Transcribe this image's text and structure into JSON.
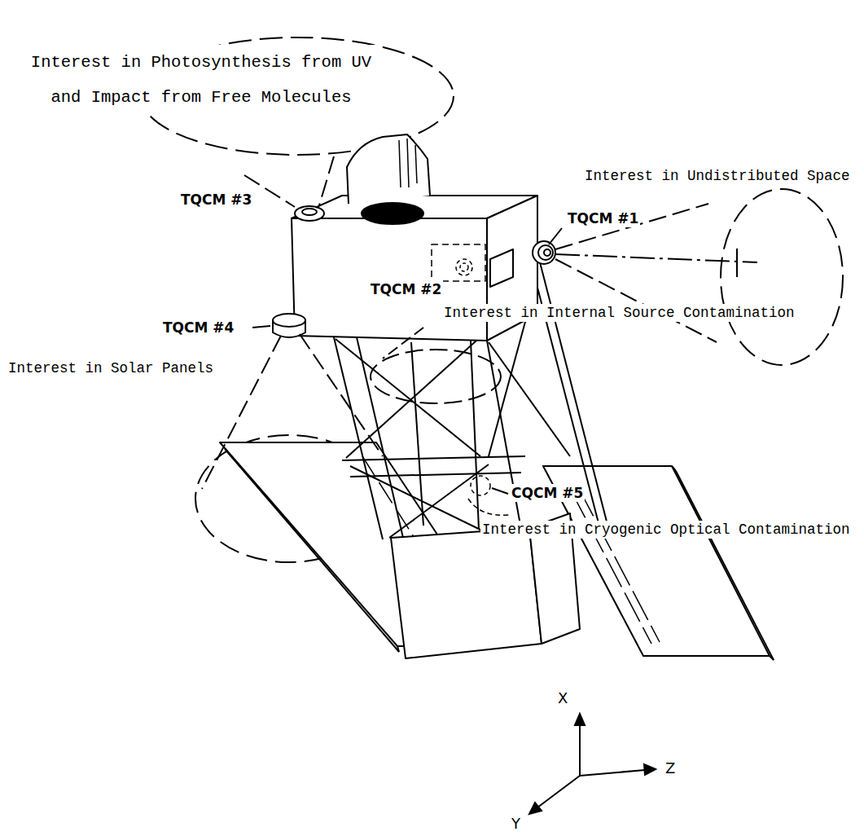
{
  "diagram": {
    "labels": [
      "Interest in Photosynthesis from UV and Impact from Free Molecules",
      "TQCM #3",
      "Interest in Undistributed Space",
      "TQCM #1",
      "TQCM #2",
      "Interest in Internal Source Contamination",
      "TQCM #4",
      "Interest in Solar Panels",
      "CQCM #5",
      "Interest in Cryogenic Optical Contamination",
      "X",
      "Z",
      "Y"
    ]
  }
}
